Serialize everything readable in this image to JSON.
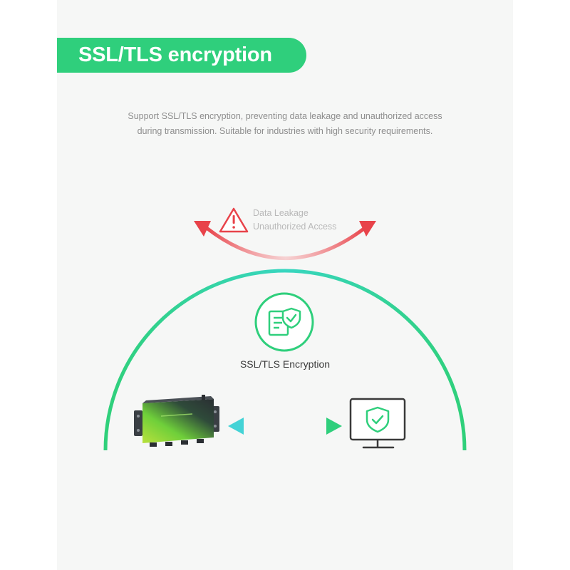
{
  "header": {
    "title": "SSL/TLS encryption"
  },
  "description": {
    "line1": "Support SSL/TLS encryption, preventing data leakage and unauthorized access",
    "line2": "during transmission. Suitable for industries with high security requirements."
  },
  "threat": {
    "line1": "Data Leakage",
    "line2": "Unauthorized Access"
  },
  "center": {
    "label": "SSL/TLS Encryption"
  },
  "icons": {
    "threat": "warning-triangle-icon",
    "center": "document-shield-icon",
    "device": "serial-server-device",
    "computer": "monitor-shield-icon"
  },
  "colors": {
    "accent_green": "#2fcf7c",
    "arc_teal": "#33d6b4",
    "threat_red": "#e8434a",
    "link_teal": "#3fd1c4"
  }
}
